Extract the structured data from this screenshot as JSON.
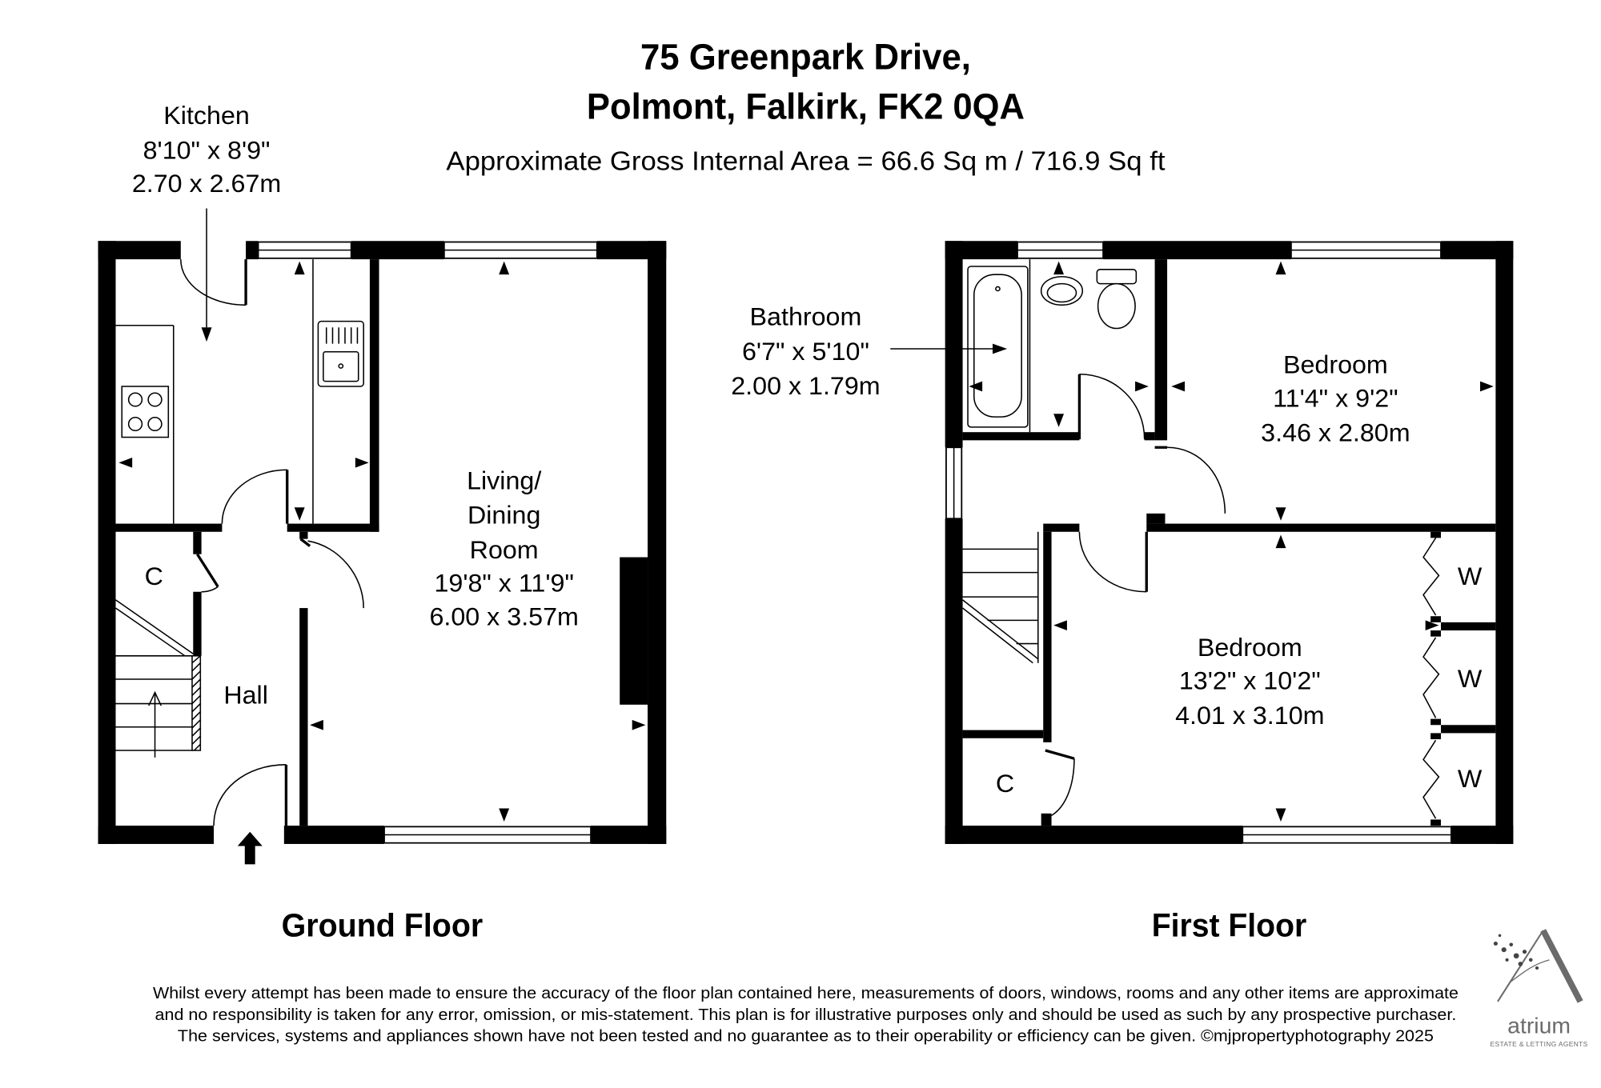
{
  "header": {
    "title_line1": "75 Greenpark Drive,",
    "title_line2": "Polmont, Falkirk, FK2 0QA",
    "area": "Approximate Gross Internal Area = 66.6 Sq m / 716.9 Sq ft"
  },
  "ground_floor": {
    "label": "Ground Floor",
    "kitchen": {
      "name": "Kitchen",
      "imperial": "8'10\" x 8'9\"",
      "metric": "2.70 x 2.67m"
    },
    "living_dining": {
      "name_line1": "Living/",
      "name_line2": "Dining",
      "name_line3": "Room",
      "imperial": "19'8\" x 11'9\"",
      "metric": "6.00 x 3.57m"
    },
    "cupboard": "C",
    "hall": "Hall"
  },
  "first_floor": {
    "label": "First Floor",
    "bathroom": {
      "name": "Bathroom",
      "imperial": "6'7\" x 5'10\"",
      "metric": "2.00 x 1.79m"
    },
    "bedroom_1": {
      "name": "Bedroom",
      "imperial": "11'4\" x 9'2\"",
      "metric": "3.46 x 2.80m"
    },
    "bedroom_2": {
      "name": "Bedroom",
      "imperial": "13'2\" x 10'2\"",
      "metric": "4.01 x 3.10m"
    },
    "wardrobes": [
      "W",
      "W",
      "W"
    ],
    "cupboard": "C"
  },
  "disclaimer": [
    "Whilst every attempt has been made to ensure the accuracy of the floor plan contained here, measurements of doors, windows, rooms and any other items are approximate",
    "and no responsibility is taken for any error, omission, or mis-statement. This plan is for illustrative purposes only and should be used as such by any prospective purchaser.",
    "The services, systems and appliances shown have not been tested and no guarantee as to their operability or efficiency can be given. ©mjpropertyphotography 2025"
  ],
  "logo": {
    "name": "atrium",
    "tagline": "ESTATE & LETTING AGENTS",
    "color": "#6b6b6b"
  },
  "colors": {
    "walls": "#000000",
    "background": "#ffffff"
  },
  "icons": {
    "entrance": "entrance-arrow-icon",
    "stairs": "stairs-up-arrow-icon"
  }
}
